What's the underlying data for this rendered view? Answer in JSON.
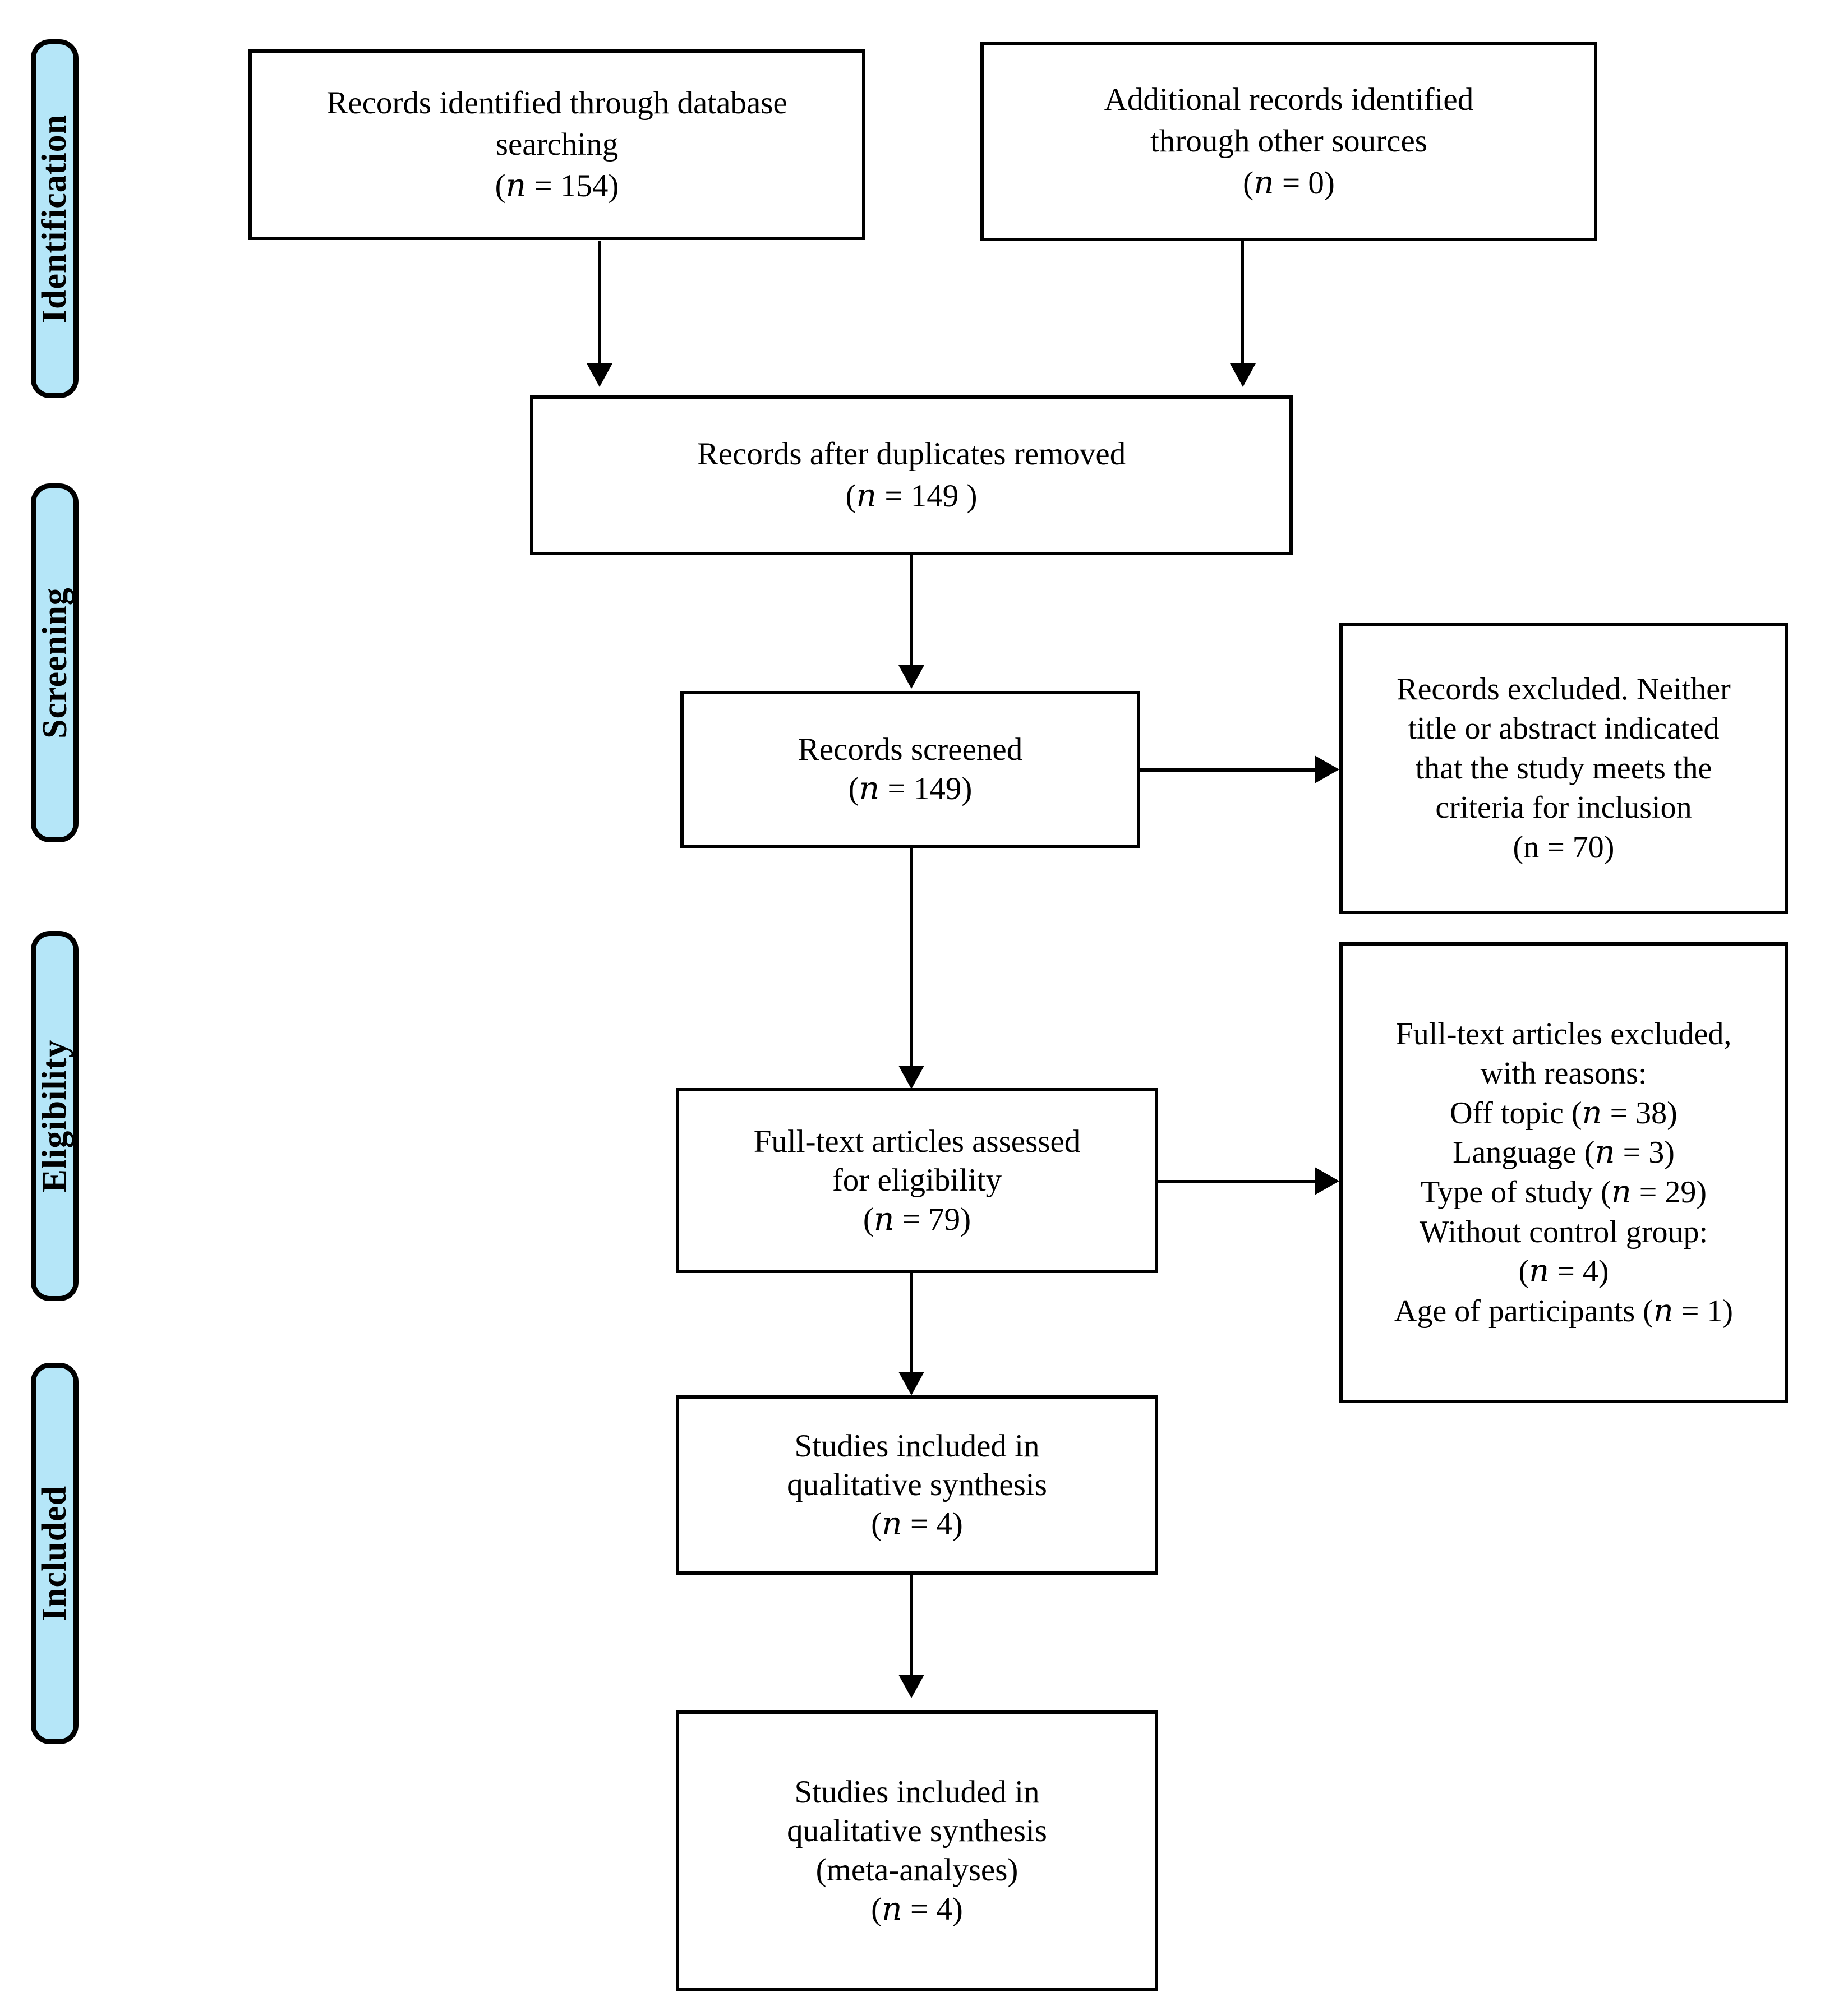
{
  "diagram": {
    "type": "PRISMA flow diagram",
    "stages": [
      {
        "id": "identification",
        "label": "Identification",
        "fill": "#b5e6f8"
      },
      {
        "id": "screening",
        "label": "Screening",
        "fill": "#b5e6f8"
      },
      {
        "id": "eligibility",
        "label": "Eligibility",
        "fill": "#b5e6f8"
      },
      {
        "id": "included",
        "label": "Included",
        "fill": "#b5e6f8"
      }
    ],
    "nodes": [
      {
        "id": "db-search",
        "text": "Records identified through database\nsearching\n(𝑛 = 154)"
      },
      {
        "id": "other-sources",
        "text": "Additional records identified\nthrough other sources\n(𝑛 = 0)"
      },
      {
        "id": "duplicates-removed",
        "text": "Records after duplicates removed\n(𝑛 = 149  )"
      },
      {
        "id": "records-screened",
        "text": "Records screened\n(𝑛 = 149)"
      },
      {
        "id": "records-excluded",
        "text": "Records excluded. Neither\ntitle or abstract indicated\nthat the study meets the\ncriteria for inclusion\n(n = 70)"
      },
      {
        "id": "fulltext-assessed",
        "text": "Full-text articles assessed\nfor eligibility\n(𝑛 = 79)"
      },
      {
        "id": "fulltext-excluded",
        "text": "Full-text articles excluded,\nwith reasons:\nOff topic (𝑛 = 38)\nLanguage (𝑛 = 3)\nType of study (𝑛 = 29)\nWithout control group:\n(𝑛 = 4)\nAge of participants (𝑛 = 1)"
      },
      {
        "id": "qualitative-synthesis",
        "text": "Studies included in\nqualitative synthesis\n(𝑛 = 4)"
      },
      {
        "id": "meta-analyses",
        "text": "Studies included in\nqualitative synthesis\n(meta-analyses)\n(𝑛 = 4)"
      }
    ],
    "counts": {
      "database_searching": 154,
      "other_sources": 0,
      "after_duplicates_removed": 149,
      "records_screened": 149,
      "records_excluded": 70,
      "fulltext_assessed": 79,
      "excluded_off_topic": 38,
      "excluded_language": 3,
      "excluded_type_of_study": 29,
      "excluded_without_control_group": 4,
      "excluded_age_of_participants": 1,
      "included_qualitative_synthesis": 4,
      "included_meta_analyses": 4
    }
  }
}
